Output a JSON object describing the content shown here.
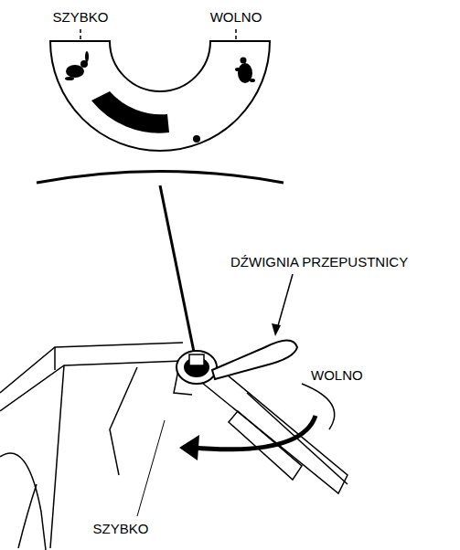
{
  "diagram": {
    "labels": [
      "SZYBKO",
      "WOLNO",
      "DŹWIGNIA PRZEPUSTNICY",
      "WOLNO",
      "SZYBKO"
    ]
  }
}
